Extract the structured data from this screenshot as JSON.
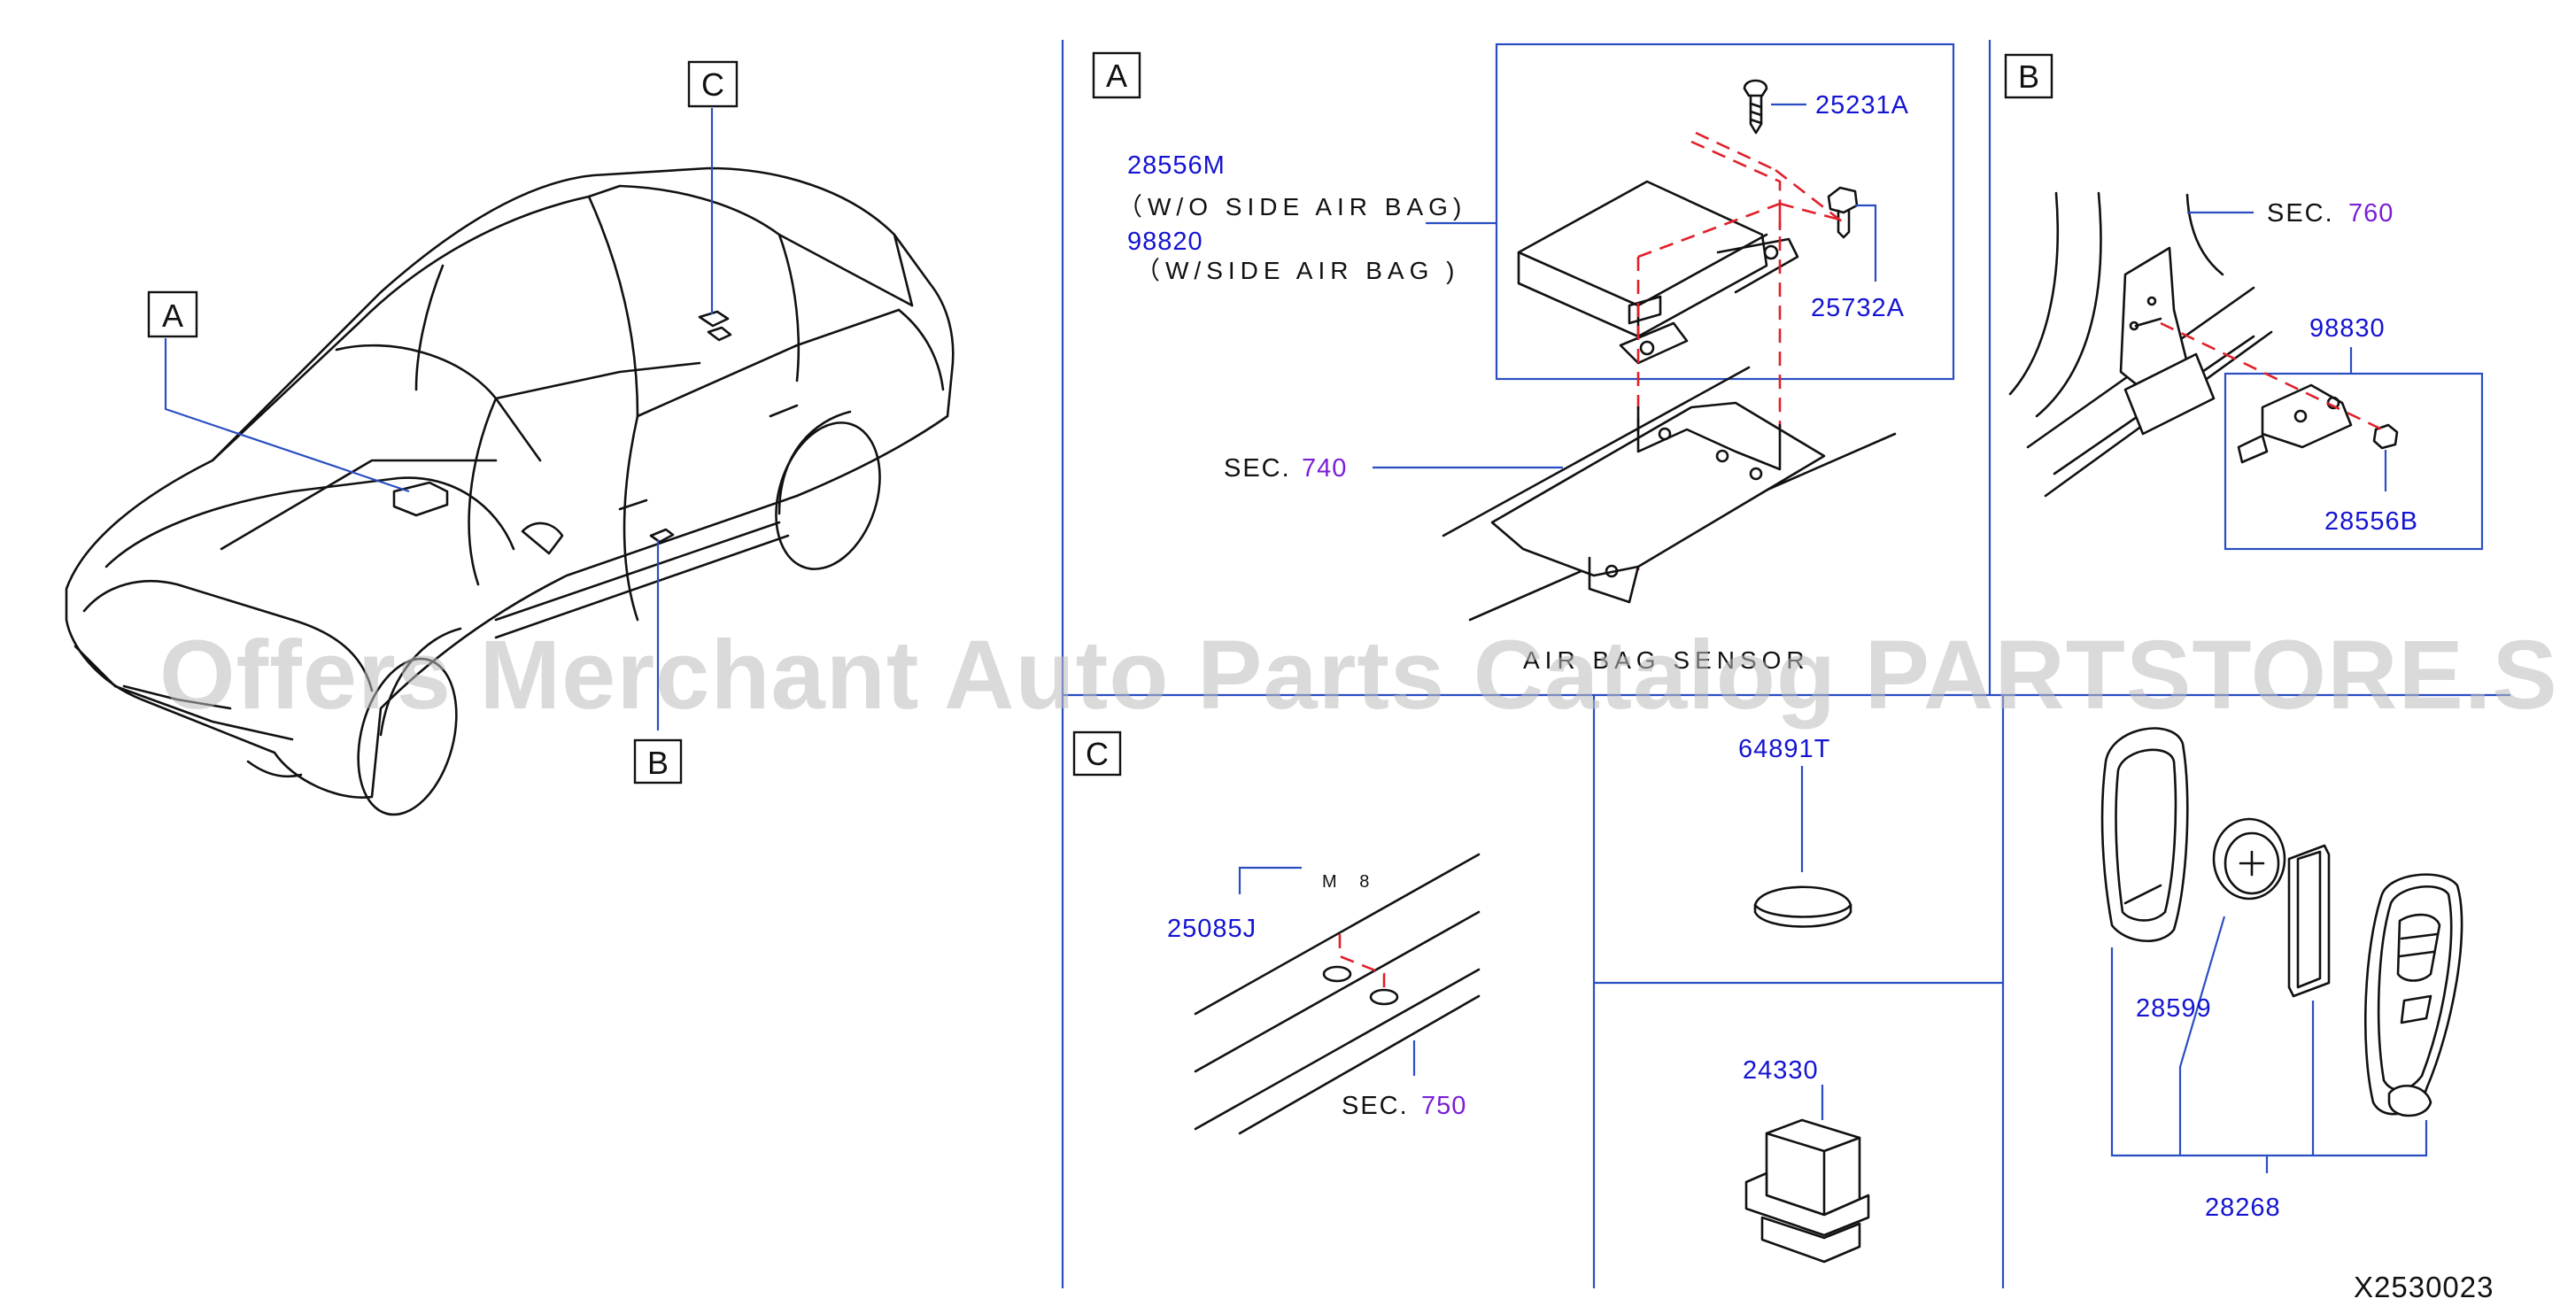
{
  "watermark": "Offers Merchant Auto Parts Catalog PARTSTORE.SA",
  "diagram_id": "X2530023",
  "callouts": {
    "a": "A",
    "b": "B",
    "c": "C"
  },
  "panels": {
    "a": "A",
    "b": "B",
    "c": "C"
  },
  "panel_a": {
    "part_28556m": "28556M",
    "note_wo": "（W/O SIDE AIR BAG)",
    "part_98820": "98820",
    "note_w": "（W/SIDE AIR BAG )",
    "part_25231a": "25231A",
    "part_25732a": "25732A",
    "sec_label": "SEC.",
    "sec_num": "740",
    "caption": "AIR BAG SENSOR"
  },
  "panel_b": {
    "sec_label": "SEC.",
    "sec_num": "760",
    "part_98830": "98830",
    "part_28556b": "28556B"
  },
  "panel_c": {
    "m8": "M 8",
    "part_25085j": "25085J",
    "sec_label": "SEC.",
    "sec_num": "750"
  },
  "parts_extra": {
    "part_64891t": "64891T",
    "part_24330": "24330",
    "part_28599": "28599",
    "part_28268": "28268"
  }
}
